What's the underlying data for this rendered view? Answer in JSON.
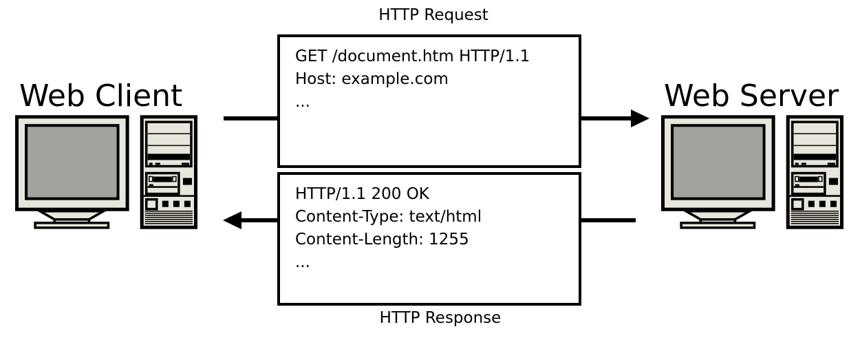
{
  "diagram": {
    "client": {
      "label": "Web Client",
      "icon": "desktop-computer-icon"
    },
    "server": {
      "label": "Web Server",
      "icon": "desktop-computer-icon"
    },
    "request": {
      "title": "HTTP Request",
      "lines": [
        "GET /document.htm HTTP/1.1",
        "Host: example.com",
        "..."
      ],
      "arrow_direction": "client-to-server"
    },
    "response": {
      "title": "HTTP Response",
      "lines": [
        "HTTP/1.1 200 OK",
        "Content-Type: text/html",
        "Content-Length: 1255",
        "..."
      ],
      "arrow_direction": "server-to-client"
    },
    "colors": {
      "computer_body": "#e8e6dc",
      "screen": "#a3a29f",
      "outline": "#000000",
      "background": "#ffffff"
    }
  }
}
